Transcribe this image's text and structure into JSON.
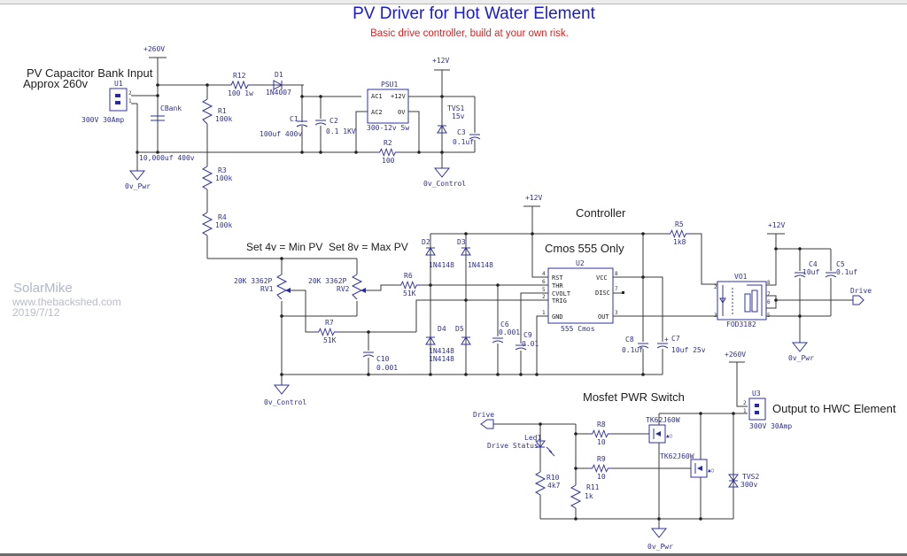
{
  "header": {
    "title": "PV Driver for Hot Water Element",
    "subtitle": "Basic drive controller, build at your own risk."
  },
  "watermark": {
    "author": "SolarMike",
    "website": "www.thebackshed.com",
    "date": "2019/7/12"
  },
  "notes": {
    "input_line1": "PV Capacitor Bank Input",
    "input_line2": "Approx 260v",
    "set_min": "Set 4v = Min PV",
    "set_max": "Set 8v = Max PV",
    "controller": "Controller",
    "cmos": "Cmos 555 Only",
    "mosfet": "Mosfet PWR Switch",
    "output": "Output to HWC Element"
  },
  "rails": {
    "v260": "+260V",
    "v12": "+12V",
    "gnd_pwr": "0v_Pwr",
    "gnd_ctrl": "0v_Control",
    "drive": "Drive"
  },
  "components": {
    "U1": {
      "ref": "U1",
      "value": "300V  30Amp",
      "pin1": "1",
      "pin2": "2"
    },
    "CBank": {
      "ref": "CBank",
      "value": "10,000uf  400v"
    },
    "R1": {
      "ref": "R1",
      "value": "100k"
    },
    "R3": {
      "ref": "R3",
      "value": "100k"
    },
    "R4": {
      "ref": "R4",
      "value": "100k"
    },
    "R12": {
      "ref": "R12",
      "value": "100  1w"
    },
    "D1": {
      "ref": "D1",
      "value": "1N4007"
    },
    "C1": {
      "ref": "C1",
      "value": "100uf  400v"
    },
    "C2": {
      "ref": "C2",
      "value": "0.1  1KV"
    },
    "PSU1": {
      "ref": "PSU1",
      "value": "300-12v  5w",
      "pins": [
        "AC1",
        "+12V",
        "AC2",
        "0V"
      ]
    },
    "R2": {
      "ref": "R2",
      "value": "100"
    },
    "TVS1": {
      "ref": "TVS1",
      "value": "15v"
    },
    "C3": {
      "ref": "C3",
      "value": "0.1uf"
    },
    "RV1": {
      "ref": "RV1",
      "value": "20K  3362P"
    },
    "RV2": {
      "ref": "RV2",
      "value": "20K  3362P"
    },
    "R6": {
      "ref": "R6",
      "value": "51K"
    },
    "R7": {
      "ref": "R7",
      "value": "51K"
    },
    "C10": {
      "ref": "C10",
      "value": "0.001"
    },
    "D2": {
      "ref": "D2",
      "value": "1N4148"
    },
    "D3": {
      "ref": "D3",
      "value": "1N4148"
    },
    "D4": {
      "ref": "D4",
      "value": "1N4148"
    },
    "D5": {
      "ref": "D5",
      "value": "1N4148"
    },
    "C6": {
      "ref": "C6",
      "value": "0.001"
    },
    "C9": {
      "ref": "C9",
      "value": "0.01"
    },
    "U2": {
      "ref": "U2",
      "value": "555  Cmos",
      "pins_left": [
        {
          "n": "4",
          "name": "RST"
        },
        {
          "n": "6",
          "name": "THR"
        },
        {
          "n": "5",
          "name": "CVOLT"
        },
        {
          "n": "2",
          "name": "TRIG"
        },
        {
          "n": "1",
          "name": "GND"
        }
      ],
      "pins_right": [
        {
          "n": "8",
          "name": "VCC"
        },
        {
          "n": "7",
          "name": "DISC"
        },
        {
          "n": "3",
          "name": "OUT"
        }
      ]
    },
    "C8": {
      "ref": "C8",
      "value": "0.1uf"
    },
    "C7": {
      "ref": "C7",
      "value": "10uf  25v"
    },
    "R5": {
      "ref": "R5",
      "value": "1k8"
    },
    "VO1": {
      "ref": "VO1",
      "value": "FOD3182",
      "pins": [
        "2",
        "3",
        "8",
        "7",
        "6",
        "5"
      ]
    },
    "C4": {
      "ref": "C4",
      "value": "10uf"
    },
    "C5": {
      "ref": "C5",
      "value": "0.1uf"
    },
    "Led1": {
      "ref": "Led1",
      "value": "Drive Status"
    },
    "R10": {
      "ref": "R10",
      "value": "4k7"
    },
    "R11": {
      "ref": "R11",
      "value": "1k"
    },
    "R8": {
      "ref": "R8",
      "value": "10"
    },
    "R9": {
      "ref": "R9",
      "value": "10"
    },
    "Q1": {
      "value": "TK62J60W"
    },
    "Q2": {
      "value": "TK62J60W"
    },
    "TVS2": {
      "ref": "TVS2",
      "value": "300v"
    },
    "U3": {
      "ref": "U3",
      "value": "300V  30Amp",
      "pin1": "1",
      "pin2": "2"
    }
  }
}
